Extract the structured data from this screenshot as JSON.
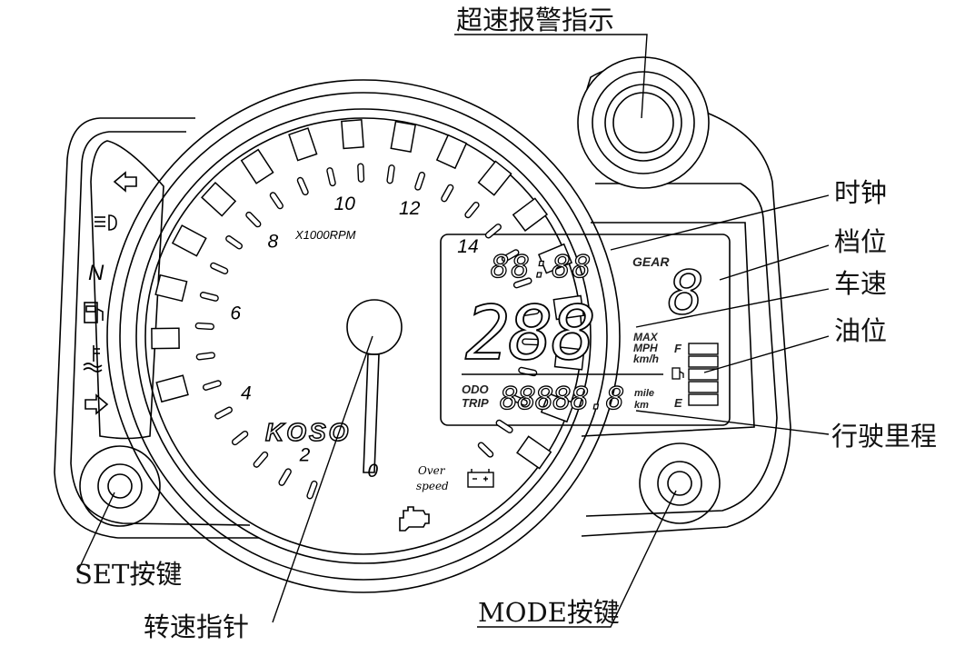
{
  "callouts": {
    "overspeed_indicator": "超速报警指示",
    "clock": "时钟",
    "gear": "档位",
    "speed": "车速",
    "fuel": "油位",
    "odometer": "行驶里程",
    "set_button": "SET按键",
    "tacho_needle": "转速指针",
    "mode_button": "MODE按键"
  },
  "dial": {
    "unit": "X1000RPM",
    "ticks": [
      "0",
      "2",
      "4",
      "6",
      "8",
      "10",
      "12",
      "14"
    ],
    "brand": "KOSO",
    "over_speed_line1": "Over",
    "over_speed_line2": "speed"
  },
  "lcd": {
    "clock_digits": "88:88",
    "gear_label": "GEAR",
    "gear_digit": "8",
    "speed_digits": "288",
    "max_label": "MAX",
    "mph_label": "MPH",
    "kmh_label": "km/h",
    "odo_label": "ODO",
    "trip_label": "TRIP",
    "odo_digits": "88888.8",
    "mile_label": "mile",
    "km_label": "km",
    "fuel_full": "F",
    "fuel_empty": "E"
  },
  "indicator_icons": [
    "turn-left-icon",
    "headlight-icon",
    "neutral-icon",
    "fuel-pump-icon",
    "coolant-temp-icon",
    "turn-right-icon"
  ],
  "indicator_text": {
    "neutral": "N"
  },
  "colors": {
    "line": "#000000",
    "background": "#ffffff"
  }
}
